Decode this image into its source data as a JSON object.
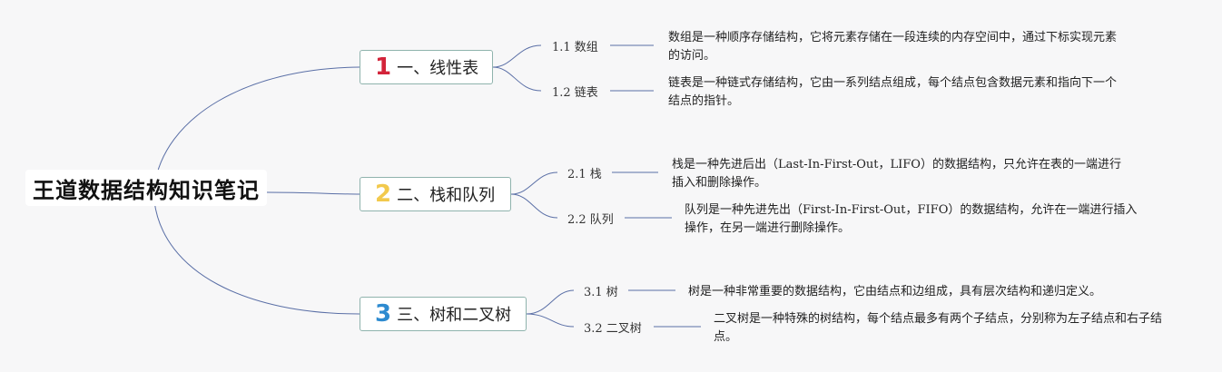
{
  "root": {
    "title": "王道数据结构知识笔记"
  },
  "colors": {
    "line": "#5a6fa6",
    "topic_border": "#8fb3ad",
    "badge_1": "#d3243a",
    "badge_2": "#f2c94c",
    "badge_3": "#2e8bd0"
  },
  "topics": [
    {
      "number": "1",
      "label": "一、线性表",
      "subtopics": [
        {
          "label": "1.1 数组",
          "description": "数组是一种顺序存储结构，它将元素存储在一段连续的内存空间中，通过下标实现元素的访问。"
        },
        {
          "label": "1.2 链表",
          "description": "链表是一种链式存储结构，它由一系列结点组成，每个结点包含数据元素和指向下一个结点的指针。"
        }
      ]
    },
    {
      "number": "2",
      "label": "二、栈和队列",
      "subtopics": [
        {
          "label": "2.1 栈",
          "description": "栈是一种先进后出（Last-In-First-Out，LIFO）的数据结构，只允许在表的一端进行插入和删除操作。"
        },
        {
          "label": "2.2 队列",
          "description": "队列是一种先进先出（First-In-First-Out，FIFO）的数据结构，允许在一端进行插入操作，在另一端进行删除操作。"
        }
      ]
    },
    {
      "number": "3",
      "label": "三、树和二叉树",
      "subtopics": [
        {
          "label": "3.1 树",
          "description": "树是一种非常重要的数据结构，它由结点和边组成，具有层次结构和递归定义。"
        },
        {
          "label": "3.2 二叉树",
          "description": "二叉树是一种特殊的树结构，每个结点最多有两个子结点，分别称为左子结点和右子结点。"
        }
      ]
    }
  ]
}
